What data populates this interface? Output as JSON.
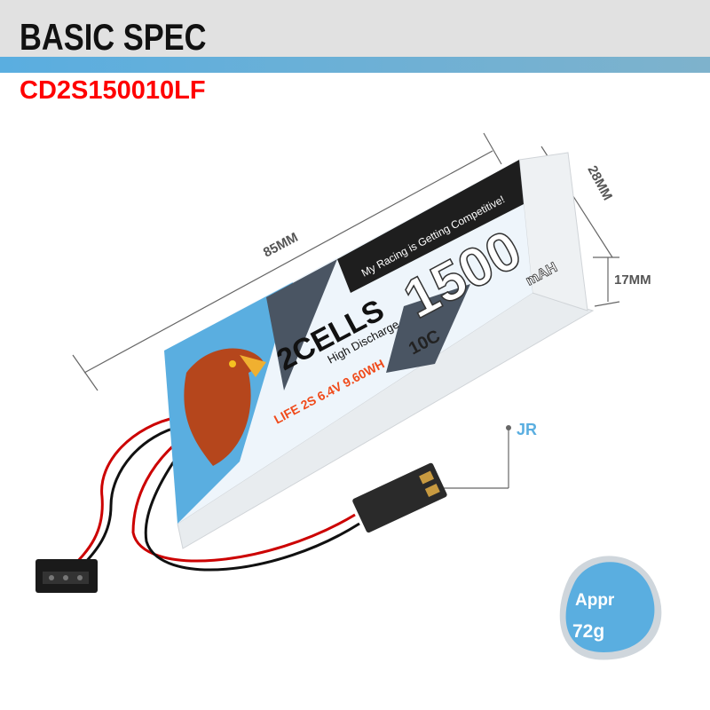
{
  "header": {
    "title": "BASIC SPEC",
    "model": "CD2S150010LF"
  },
  "dimensions": {
    "length": "85MM",
    "width": "28MM",
    "height": "17MM"
  },
  "battery_label": {
    "slogan": "My Racing is Getting Competitive!",
    "cells": "2CELLS",
    "subtitle": "High Discharge",
    "capacity": "1500",
    "capacity_unit": "mAH",
    "c_rating": "10C",
    "specs": "LIFE 2S 6.4V 9.60WH"
  },
  "connector": {
    "label": "JR"
  },
  "weight": {
    "line1": "Appr",
    "line2": "72g"
  },
  "colors": {
    "accent_blue": "#5aaee0",
    "model_red": "#ff0000",
    "specs_orange": "#f04a1a"
  }
}
